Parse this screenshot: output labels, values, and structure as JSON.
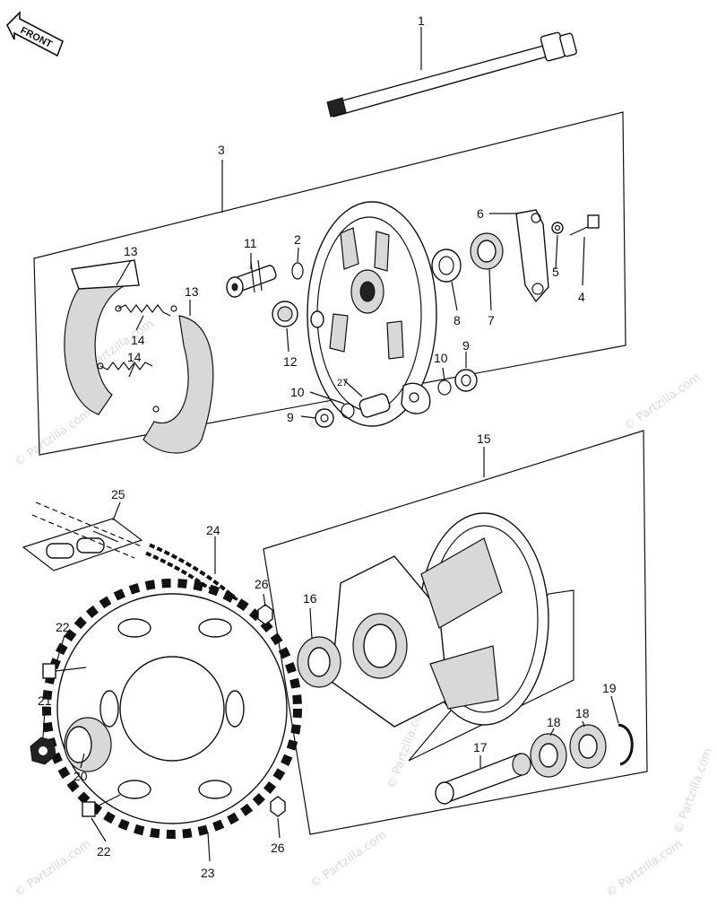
{
  "watermark": "© Partzilla.com",
  "direction_arrow": {
    "label": "FRONT"
  },
  "callouts": [
    "1",
    "2",
    "3",
    "4",
    "5",
    "6",
    "7",
    "8",
    "9",
    "9",
    "10",
    "10",
    "11",
    "12",
    "13",
    "13",
    "14",
    "14",
    "15",
    "16",
    "17",
    "18",
    "18",
    "19",
    "20",
    "21",
    "22",
    "22",
    "23",
    "24",
    "25",
    "26",
    "26",
    "27"
  ]
}
